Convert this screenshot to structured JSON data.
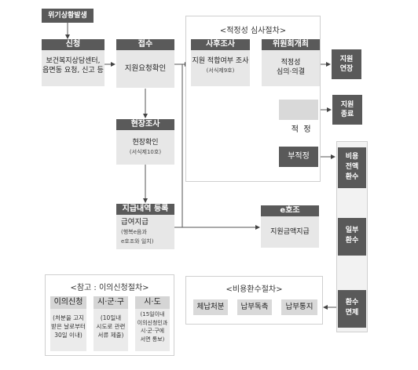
{
  "start": {
    "label": "위기상황발생"
  },
  "apply": {
    "title": "신청",
    "body": [
      "보건복지상담센터,",
      "읍면동 요청, 신고 등"
    ]
  },
  "intake": {
    "title": "접수",
    "body": "지원요청확인"
  },
  "field": {
    "title": "현장조사",
    "body": "현장확인",
    "sub": "(서식제10호)"
  },
  "payment": {
    "title": "지급내역 등록",
    "body": "급여지급",
    "sub": [
      "(행복e음과",
      "e호조와 일치)"
    ]
  },
  "review": {
    "title": "<적정성 심사절차>",
    "post": {
      "title": "사후조사",
      "body": "지원 적합여부 조사",
      "sub": "(서식제9호)"
    },
    "committee": {
      "title": "위원회개최",
      "body": [
        "적정성",
        "심의·의결"
      ]
    },
    "proper": "적  정",
    "improper": "부적정"
  },
  "support_ext": [
    "지원",
    "연장"
  ],
  "support_end": [
    "지원",
    "종료"
  ],
  "ehojo": {
    "title": "e호조",
    "body": "지원금액지급"
  },
  "refund_chain": {
    "items": [
      [
        "비용",
        "전액",
        "환수"
      ],
      [
        "일부",
        "환수"
      ],
      [
        "환수",
        "면제"
      ]
    ]
  },
  "refund": {
    "title": "<비용환수절차>",
    "items": [
      "체납처분",
      "납부독촉",
      "납부통지"
    ]
  },
  "objection": {
    "title": "<참고 : 이의신청절차>",
    "steps": [
      {
        "title": "이의신청",
        "body": [
          "(처분을 고지",
          "받은 날로부터",
          "30일 이내)"
        ]
      },
      {
        "title": "시·군·구",
        "body": [
          "(10일내",
          "시도로 관련",
          "서류 제출)"
        ]
      },
      {
        "title": "시·도",
        "body": [
          "(15일이내",
          "이의신청인과",
          "시·군·구에",
          "서면 통보)"
        ]
      }
    ]
  }
}
